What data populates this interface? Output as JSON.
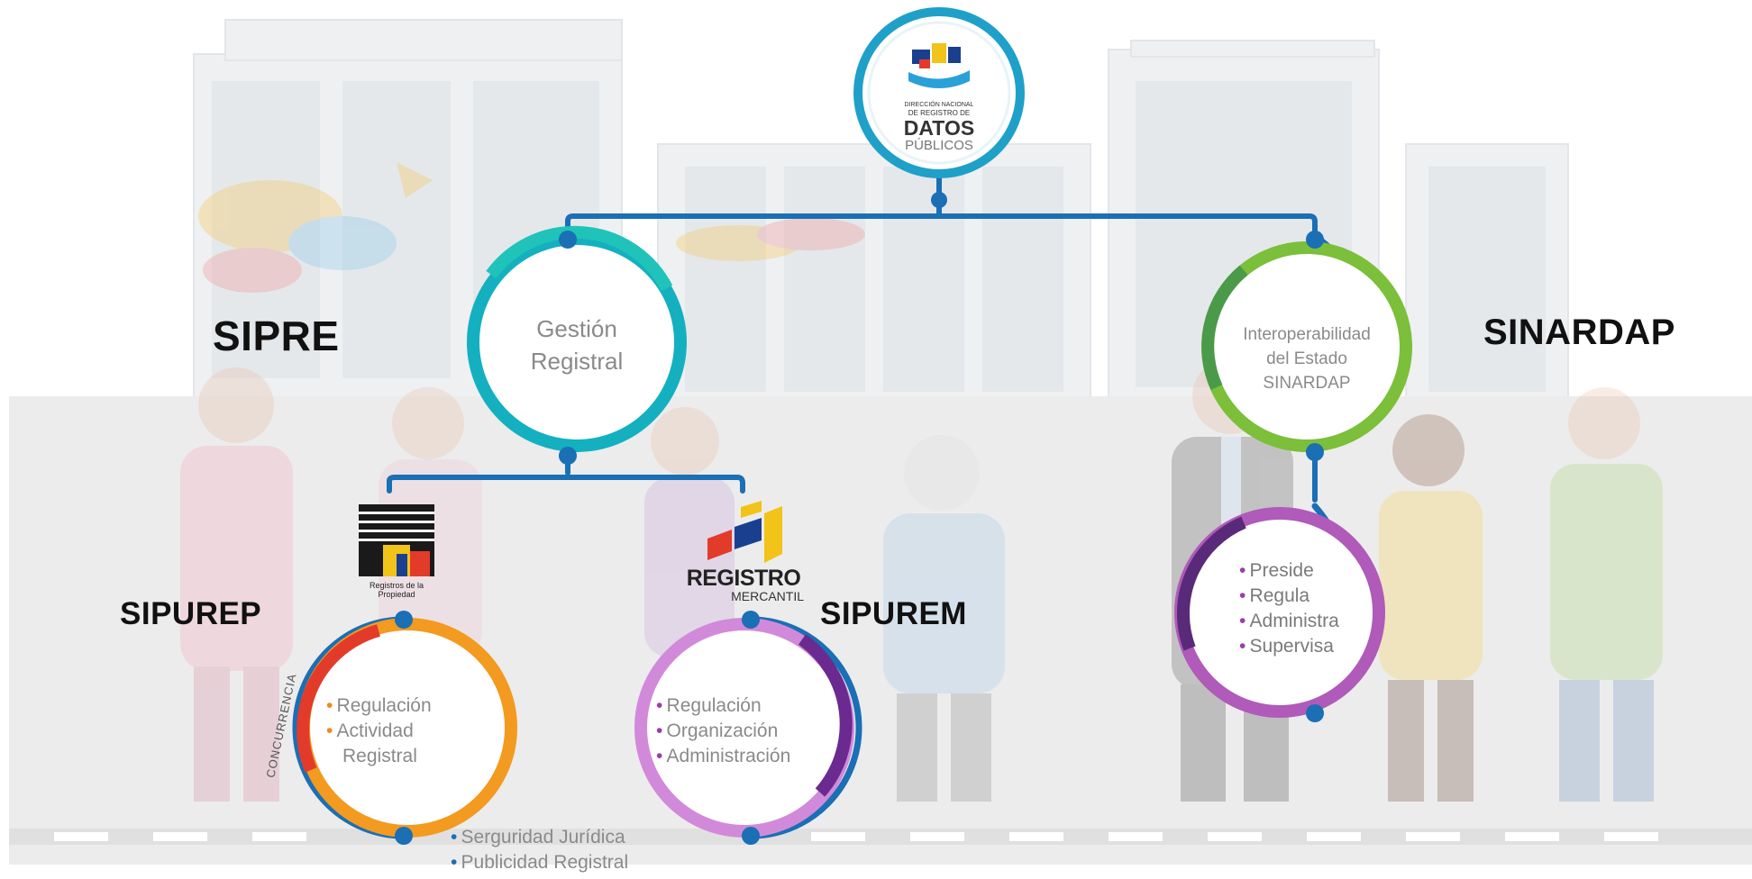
{
  "root": {
    "logo_lines": [
      "DIRECCIÓN NACIONAL",
      "DE REGISTRO DE",
      "DATOS",
      "PÚBLICOS"
    ]
  },
  "sipre": {
    "label": "SIPRE",
    "node_lines": [
      "Gestión",
      "Registral"
    ],
    "color": "#1fb5c6"
  },
  "sinardap": {
    "label": "SINARDAP",
    "node_lines": [
      "Interoperabilidad",
      "del Estado",
      "SINARDAP"
    ],
    "color": "#7bbf3a",
    "functions": [
      "Preside",
      "Regula",
      "Administra",
      "Supervisa"
    ],
    "functions_color": "#7b2d8f"
  },
  "sipurep": {
    "label": "SIPUREP",
    "logo_text": [
      "Registros de la",
      "Propiedad"
    ],
    "items": [
      "Regulación",
      "Actividad",
      "Registral"
    ],
    "side_text": "CONCURRENCIA",
    "color": "#e8522a"
  },
  "sipurem": {
    "label": "SIPUREM",
    "logo_text": [
      "REGISTRO",
      "MERCANTIL"
    ],
    "items": [
      "Regulación",
      "Organización",
      "Administración"
    ],
    "color": "#9a3fa8"
  },
  "footer": {
    "items": [
      "Serguridad Jurídica",
      "Publicidad Registral"
    ]
  },
  "colors": {
    "connector": "#1a6fb5",
    "bullet_blue": "#1a6fb5",
    "bullet_orange": "#f08a1c"
  }
}
